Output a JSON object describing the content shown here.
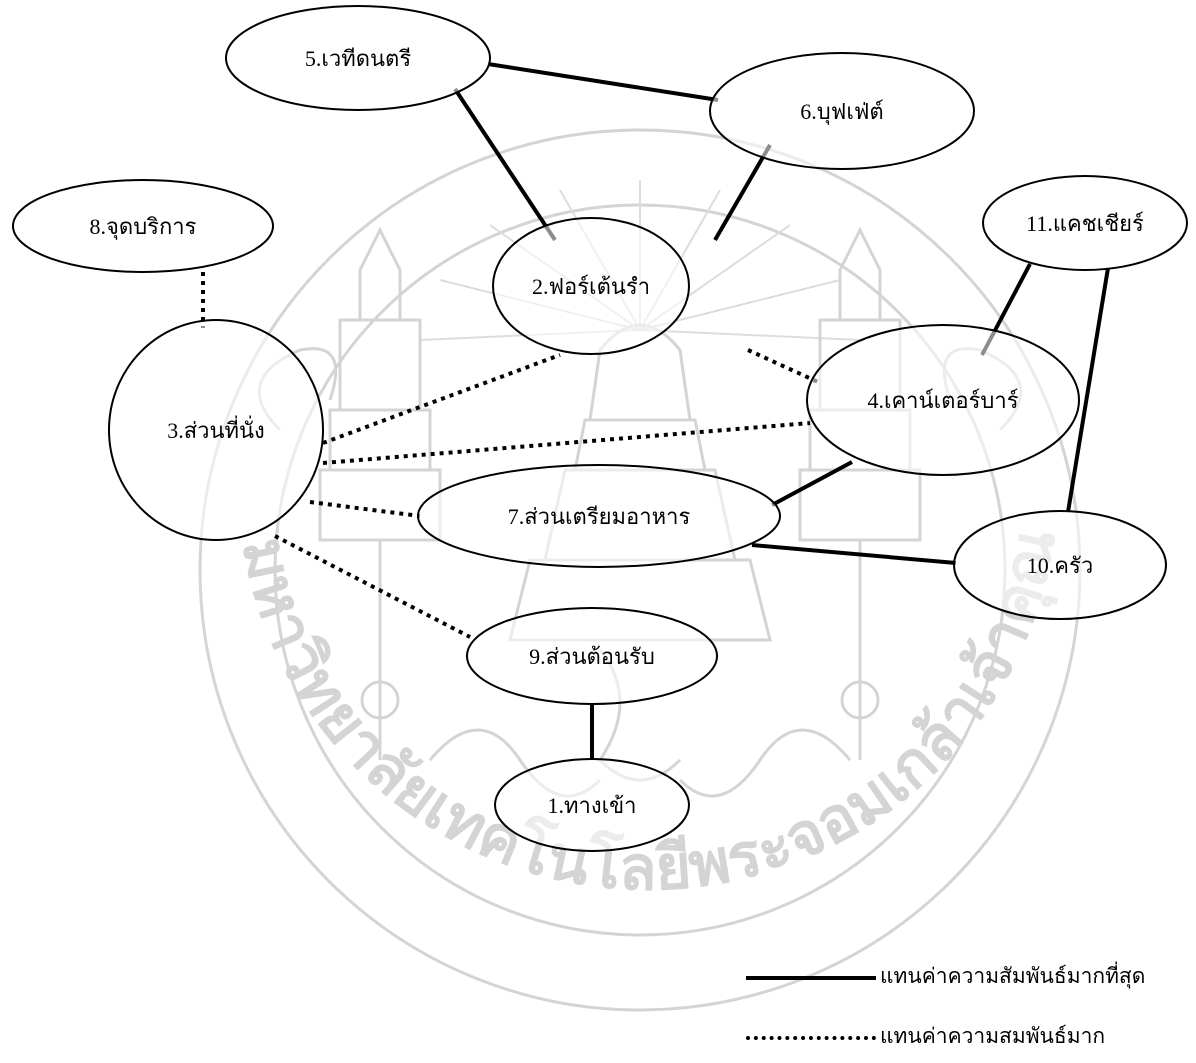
{
  "diagram": {
    "nodes": [
      {
        "id": "n5",
        "label": "5.เวทีดนตรี"
      },
      {
        "id": "n6",
        "label": "6.บุฟเฟ่ต์"
      },
      {
        "id": "n8",
        "label": "8.จุดบริการ"
      },
      {
        "id": "n11",
        "label": "11.แคชเชียร์"
      },
      {
        "id": "n2",
        "label": "2.ฟอร์เต้นรำ"
      },
      {
        "id": "n3",
        "label": "3.ส่วนที่นั่ง"
      },
      {
        "id": "n4",
        "label": "4.เคาน์เตอร์บาร์"
      },
      {
        "id": "n7",
        "label": "7.ส่วนเตรียมอาหาร"
      },
      {
        "id": "n10",
        "label": "10.ครัว"
      },
      {
        "id": "n9",
        "label": "9.ส่วนต้อนรับ"
      },
      {
        "id": "n1",
        "label": "1.ทางเข้า"
      }
    ],
    "edges": [
      {
        "from": "n5",
        "to": "n6",
        "relation": "strongest"
      },
      {
        "from": "n5",
        "to": "n2",
        "relation": "strongest"
      },
      {
        "from": "n6",
        "to": "n2",
        "relation": "strongest"
      },
      {
        "from": "n11",
        "to": "n4",
        "relation": "strongest"
      },
      {
        "from": "n11",
        "to": "n10",
        "relation": "strongest"
      },
      {
        "from": "n4",
        "to": "n7",
        "relation": "strongest"
      },
      {
        "from": "n7",
        "to": "n10",
        "relation": "strongest"
      },
      {
        "from": "n9",
        "to": "n1",
        "relation": "strongest"
      },
      {
        "from": "n8",
        "to": "n3",
        "relation": "strong"
      },
      {
        "from": "n3",
        "to": "n2",
        "relation": "strong"
      },
      {
        "from": "n3",
        "to": "n4",
        "relation": "strong"
      },
      {
        "from": "n3",
        "to": "n7",
        "relation": "strong"
      },
      {
        "from": "n3",
        "to": "n9",
        "relation": "strong"
      },
      {
        "from": "n2",
        "to": "n4",
        "relation": "strong"
      }
    ]
  },
  "legend": {
    "strongest_label": "แทนค่าความสัมพันธ์มากที่สุด",
    "strong_label": "แทนค่าความสมพันธ์มาก"
  },
  "watermark": {
    "arc_text": "มหาวิทยาลัยเทคโนโลยีพระจอมเกล้าเจ้าคุณทหารลาดกระบัง"
  }
}
